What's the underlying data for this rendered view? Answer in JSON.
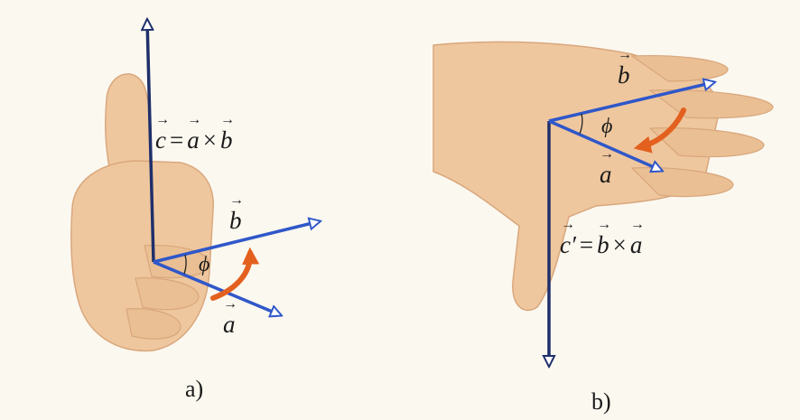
{
  "colors": {
    "vector": "#2f57c9",
    "vector_dark": "#1f2f6a",
    "rotation_arrow": "#e3601f",
    "skin": "#efc79e",
    "skin_shadow": "#d9a77c"
  },
  "panel_a": {
    "caption": "a)",
    "c_symbol": "c",
    "eq_sign": "=",
    "a_symbol": "a",
    "cross_sign": "×",
    "b_symbol": "b",
    "label_b": "b",
    "label_a": "a",
    "angle": "ϕ"
  },
  "panel_b": {
    "caption": "b)",
    "c_symbol": "c′",
    "eq_sign": "=",
    "b_symbol": "b",
    "cross_sign": "×",
    "a_symbol": "a",
    "label_b": "b",
    "label_a": "a",
    "angle": "ϕ"
  }
}
